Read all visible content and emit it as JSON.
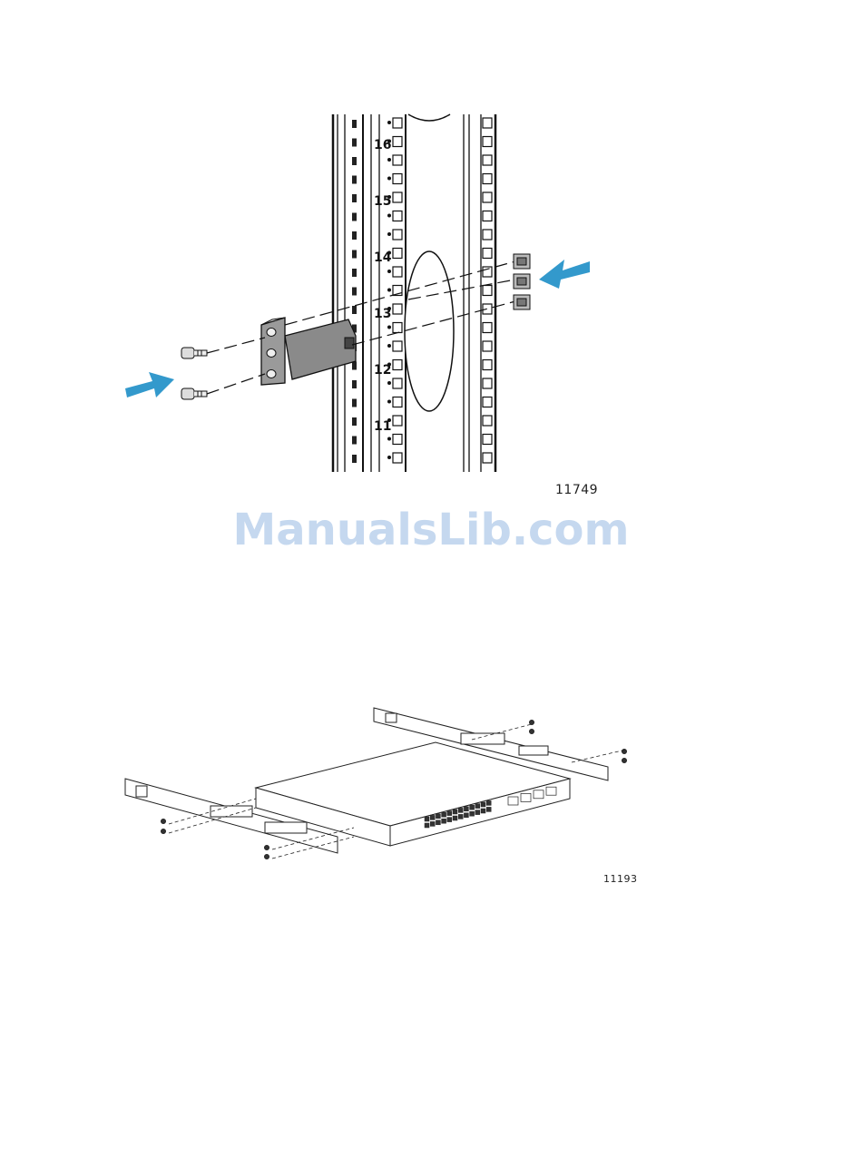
{
  "figure1": {
    "rack_unit_labels": [
      "16",
      "15",
      "14",
      "13",
      "12",
      "11"
    ],
    "figure_id": "11749",
    "arrow_color": "#3399cc"
  },
  "watermark": {
    "text": "ManualsLib.com",
    "color": "#c5d8ef"
  },
  "figure2": {
    "figure_id": "11193"
  }
}
